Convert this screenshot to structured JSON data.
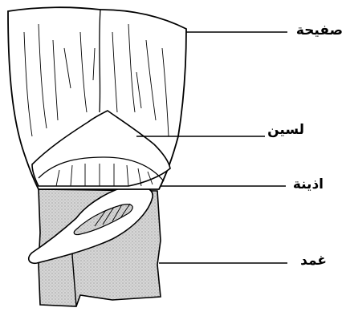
{
  "labels": {
    "blade": "صفيحة",
    "ligule": "لسين",
    "auricle": "اذينة",
    "sheath": "غمد"
  },
  "colors": {
    "ink": "#000000",
    "sheath_fill": "#d4d4d4",
    "background": "#ffffff"
  }
}
